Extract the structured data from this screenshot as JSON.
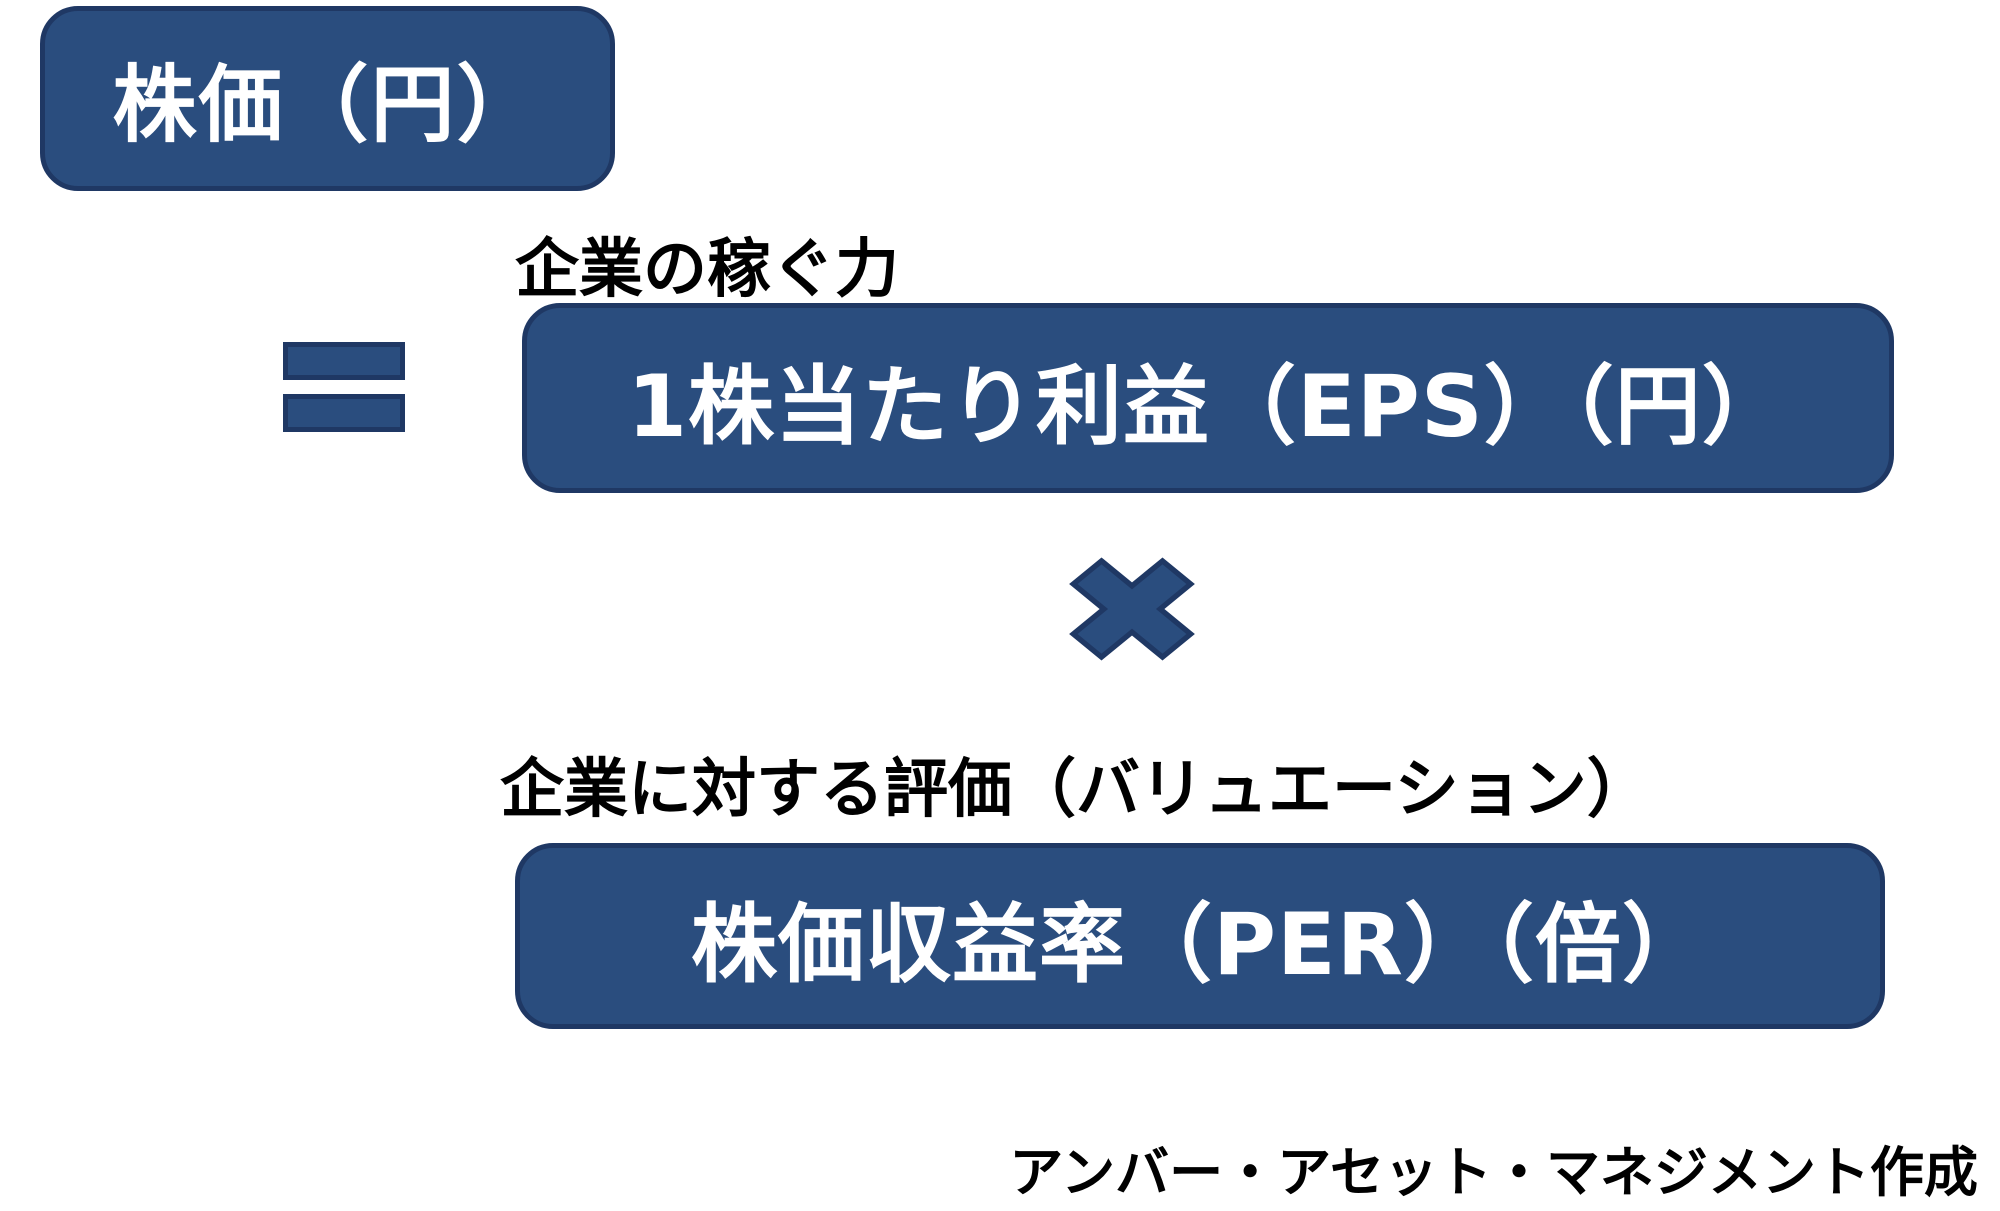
{
  "diagram": {
    "title_concept": "stock price decomposition formula",
    "stock_price_label": "株価（円）",
    "eps_caption": "企業の稼ぐ力",
    "eps_box_label": "1株当たり利益（EPS）（円）",
    "per_caption": "企業に対する評価（バリュエーション）",
    "per_box_label": "株価収益率（PER）（倍）",
    "operators": {
      "equals": "=",
      "multiply": "×"
    },
    "credit": "アンバー・アセット・マネジメント作成",
    "colors": {
      "box_fill": "#2A4D7E",
      "box_border": "#1F3864",
      "box_text": "#FFFFFF",
      "caption_text": "#000000",
      "background": "#FFFFFF"
    }
  }
}
